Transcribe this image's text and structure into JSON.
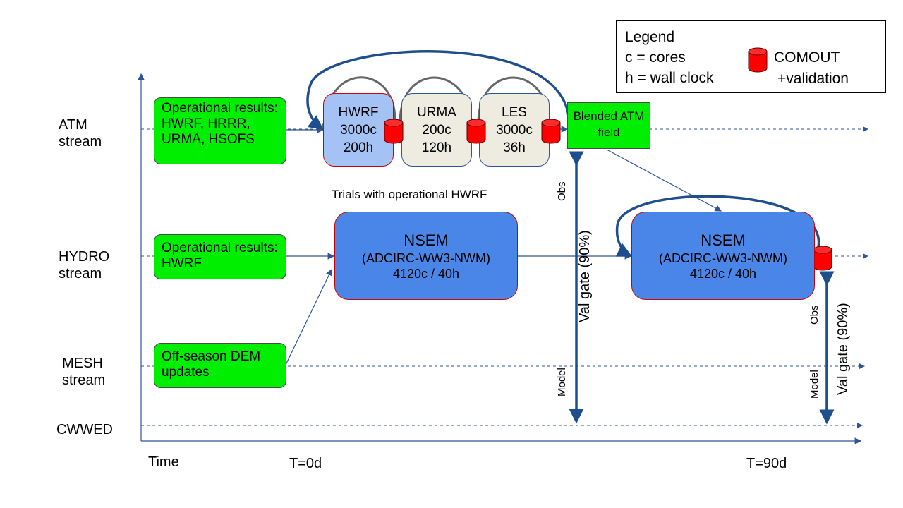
{
  "streams": {
    "atm": "ATM\nstream",
    "hydro": "HYDRO\nstream",
    "mesh": "MESH\nstream",
    "cwwed": "CWWED"
  },
  "boxes": {
    "atm_ops": "Operational results: HWRF, HRRR, URMA, HSOFS",
    "hydro_ops": "Operational results: HWRF",
    "mesh_ops": "Off-season DEM updates",
    "blended": "Blended ATM field"
  },
  "jobs": [
    {
      "name": "HWRF",
      "cores": "3000c",
      "hours": "200h"
    },
    {
      "name": "URMA",
      "cores": "200c",
      "hours": "120h"
    },
    {
      "name": "LES",
      "cores": "3000c",
      "hours": "36h"
    }
  ],
  "trials_text": "Trials with operational HWRF",
  "nsem": {
    "title": "NSEM",
    "sub": "(ADCIRC-WW3-NWM)",
    "res": "4120c / 40h"
  },
  "gate": {
    "val_gate": "Val gate (90%)",
    "obs": "Obs",
    "model": "Model"
  },
  "legend": {
    "title": "Legend",
    "cores": "c = cores",
    "hours": "h = wall clock",
    "comout": "COMOUT",
    "validation": "+validation"
  },
  "axis": {
    "time": "Time",
    "t0": "T=0d",
    "t90": "T=90d"
  },
  "colors": {
    "green": "#00ee00",
    "hwrf_job": "#a4c2f4",
    "other_job": "#eeece1",
    "nsem": "#4a86e8",
    "cylinder": "#ff0000",
    "arrow_dark": "#1f4e8c"
  }
}
